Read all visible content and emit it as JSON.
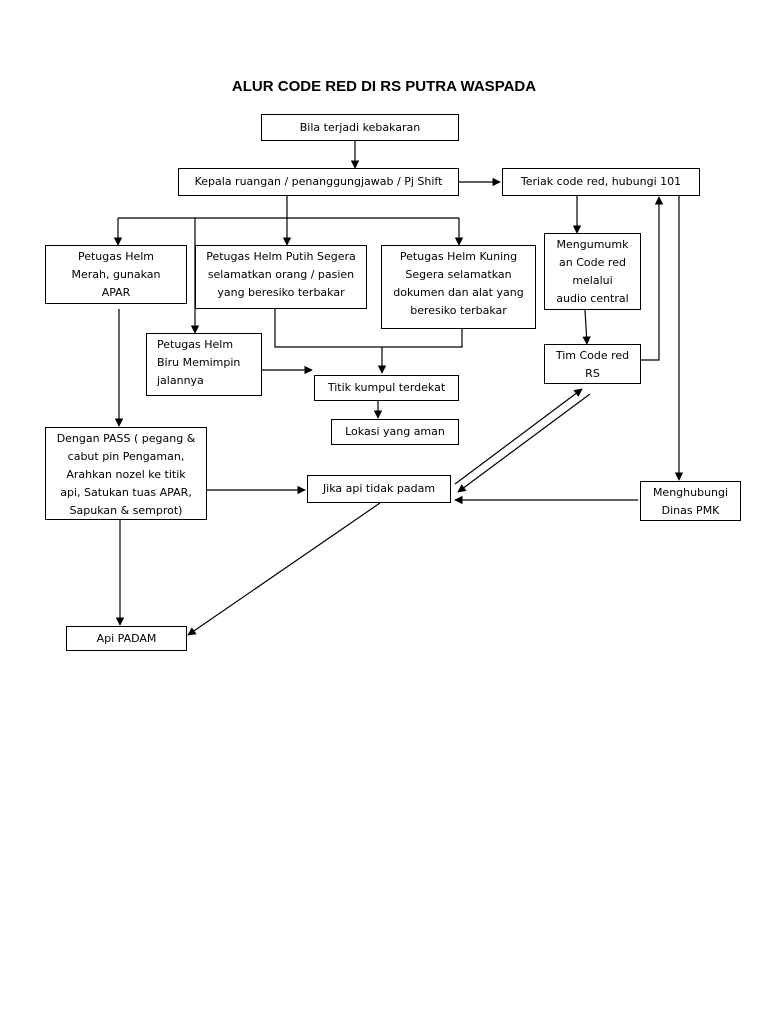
{
  "title": "ALUR CODE RED DI RS PUTRA WASPADA",
  "nodes": {
    "bila_terjadi": "Bila terjadi kebakaran",
    "kepala_ruangan": "Kepala ruangan / penanggungjawab / Pj Shift",
    "teriak_code_red": "Teriak code red, hubungi 101",
    "helm_merah": "Petugas Helm\nMerah,  gunakan\nAPAR",
    "helm_putih": "Petugas Helm Putih Segera\nselamatkan orang / pasien\nyang beresiko terbakar",
    "helm_kuning": "Petugas Helm Kuning\nSegera selamatkan\ndokumen dan alat yang\nberesiko terbakar",
    "mengumumkan": "Mengumumk\nan Code red\nmelalui\naudio central",
    "helm_biru": "Petugas Helm\nBiru Memimpin\njalannya",
    "tim_code_red": "Tim Code red\nRS",
    "titik_kumpul": "Titik kumpul terdekat",
    "lokasi_aman": "Lokasi yang aman",
    "dengan_pass": "Dengan PASS ( pegang &\ncabut pin Pengaman,\nArahkan nozel ke titik\napi, Satukan tuas APAR,\nSapukan & semprot)",
    "jika_api": "Jika api tidak padam",
    "menghubungi": "Menghubungi\nDinas PMK",
    "api_padam": "Api PADAM"
  }
}
